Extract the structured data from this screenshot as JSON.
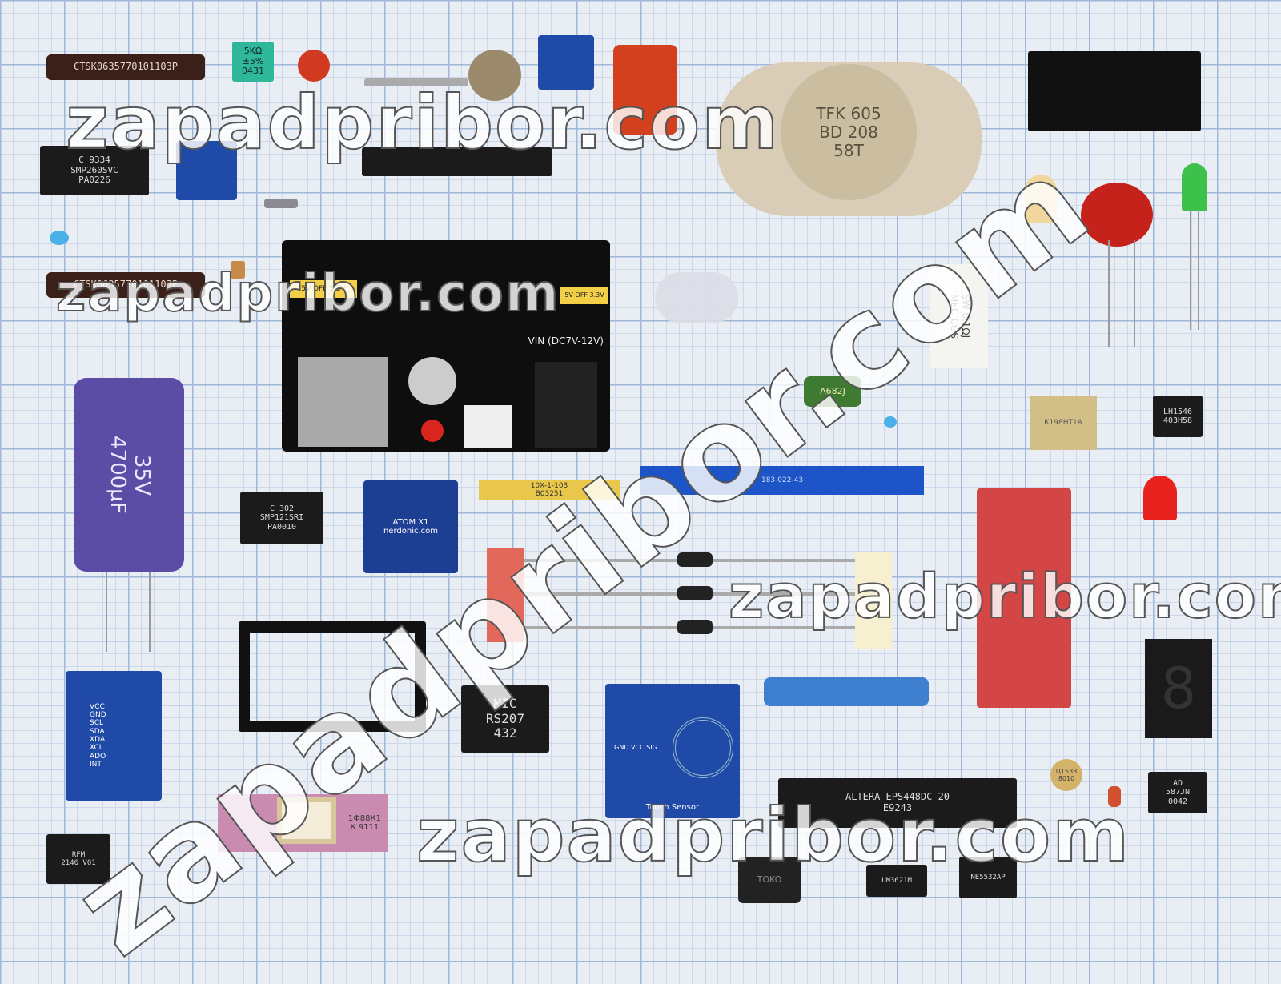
{
  "watermark": "zapadpribor.com",
  "components": {
    "resistor_network": "CTSK0635770101103P",
    "trimmer_green": "5KΩ\n±5%\n0431",
    "smp260": "C 9334\nSMP260SVC\nPA0226",
    "transistor": "TFK 605\nBD 208\n58T",
    "power_module": "VIN (DC7V-12V)",
    "power_module_jumpers": "5V OFF 3.3V",
    "cement_resistor": "5W 0.1ΩJ\nMEC-CGS",
    "capacitor_film": "A682J",
    "electrolytic": "35V\n4700µF",
    "smp121": "C 302\nSMP121SRI\nPA0010",
    "atom_board": "ATOM X1\nnerdonic.com",
    "resistor_array": "10X-1-103\nB03251",
    "edge_connector": "183-022-43",
    "bridge": "MIC\nRS207\n432",
    "touch_sensor": "Touch Sensor",
    "touch_pins": "GND VCC SIG",
    "altera": "ALTERA  EPS448DC-20\nE9243",
    "ad587": "AD\n587JN\n0042",
    "lh1546": "LH1546\n403H58",
    "lm3621": "LM3621M",
    "ne5532": "NE5532AP",
    "toko": "TOKO",
    "imu_pins": "VCC\nGND\nSCL\nSDA\nXDA\nXCL\nADO\nINT",
    "rf_module": "RFM\n2146 V01",
    "relay": "1Ф88К1\nК 9111",
    "k1_chip": "К198НТ1А",
    "ctz": "ЦТ5ЗЗ\n8010"
  },
  "colors": {
    "grid": "#9fb8d8",
    "pcb": "#0e0e0e",
    "module_blue": "#1f4aa8",
    "led_red": "#d8261f",
    "led_green": "#3cc24a"
  }
}
